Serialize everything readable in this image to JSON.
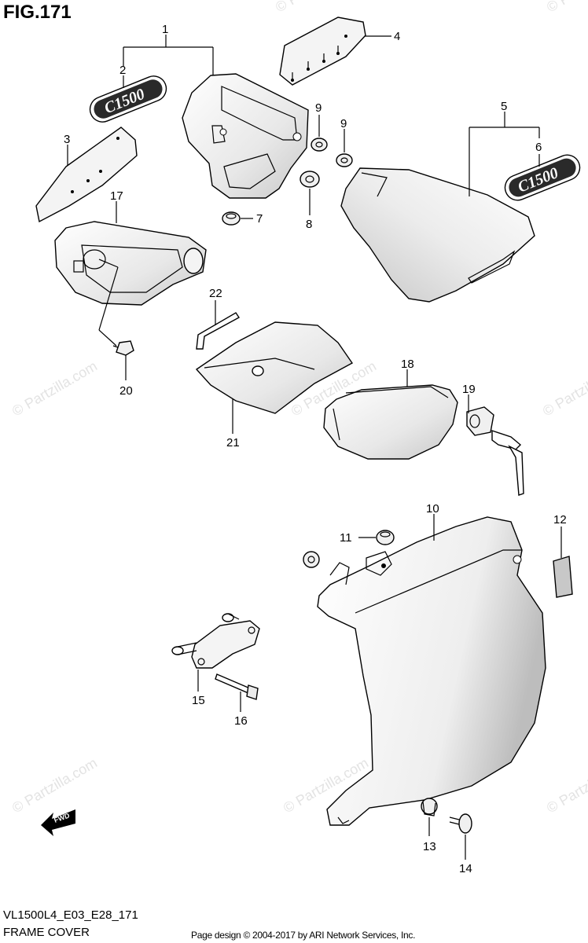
{
  "figure": {
    "title": "FIG.171",
    "model_code": "VL1500L4_E03_E28_171",
    "section_name": "FRAME COVER",
    "copyright": "Page design © 2004-2017 by ARI Network Services, Inc."
  },
  "watermark": {
    "text": "© Partzilla.com"
  },
  "badge_text": "C1500",
  "fwd_text": "FWD",
  "callouts": [
    "1",
    "2",
    "3",
    "4",
    "5",
    "6",
    "7",
    "8",
    "9",
    "9",
    "10",
    "11",
    "12",
    "13",
    "14",
    "15",
    "16",
    "17",
    "18",
    "19",
    "20",
    "21",
    "22"
  ],
  "colors": {
    "line": "#000000",
    "fill_light": "#f2f2f2",
    "fill_shade": "#d9d9d9",
    "watermark": "#e3e3e3"
  }
}
